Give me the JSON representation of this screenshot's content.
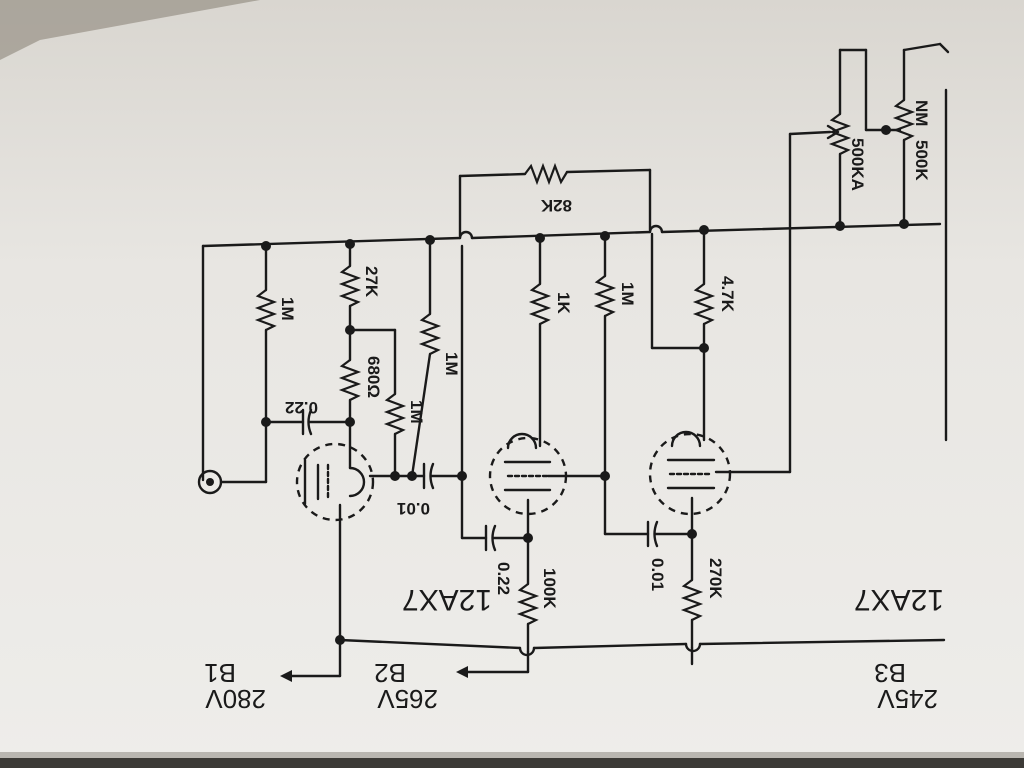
{
  "tubes": {
    "tube1": "12AX7",
    "tube2": "12AX7"
  },
  "supply": {
    "b1": {
      "voltage": "280V",
      "name": "B1"
    },
    "b2": {
      "voltage": "265V",
      "name": "B2"
    },
    "b3": {
      "voltage": "245V",
      "name": "B3"
    }
  },
  "components": {
    "r_1m_grid": "1M",
    "r_27k": "27K",
    "r_680": "680Ω",
    "r_1m_a": "1M",
    "r_1m_b": "1M",
    "r_1k": "1K",
    "r_1m_c": "1M",
    "r_4_7k": "4.7K",
    "r_82k": "82K",
    "r_100k": "100K",
    "r_270k": "270K",
    "c_022_in": "0.22",
    "c_001_a": "0.01",
    "c_022_b": "0.22",
    "c_001_b": "0.01",
    "pot_500ka": "500KA",
    "pot_500k": "500K",
    "pot_nm": "NM"
  },
  "colors": {
    "ink": "#1a1a1a",
    "paper": "#ecebe7"
  }
}
